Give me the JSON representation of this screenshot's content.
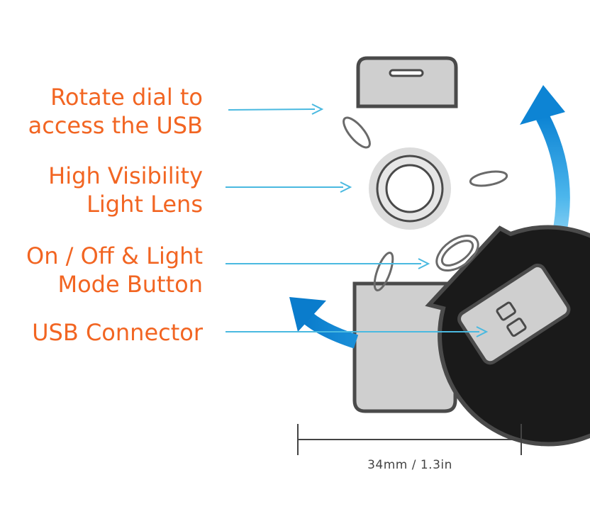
{
  "callouts": {
    "rotate": [
      "Rotate dial to",
      "access the USB"
    ],
    "lens": [
      "High Visibility",
      "Light Lens"
    ],
    "button": [
      "On / Off & Light",
      "Mode Button"
    ],
    "usb": [
      "USB Connector"
    ]
  },
  "dimension": "34mm / 1.3in",
  "colors": {
    "label": "#f26522",
    "arrow_line": "#4ab9e0",
    "body_dark": "#1a1a1a",
    "outline": "#4a4a4a",
    "clip_gray": "#cfcfcf",
    "rotation_arrow": "#1e90d8"
  }
}
